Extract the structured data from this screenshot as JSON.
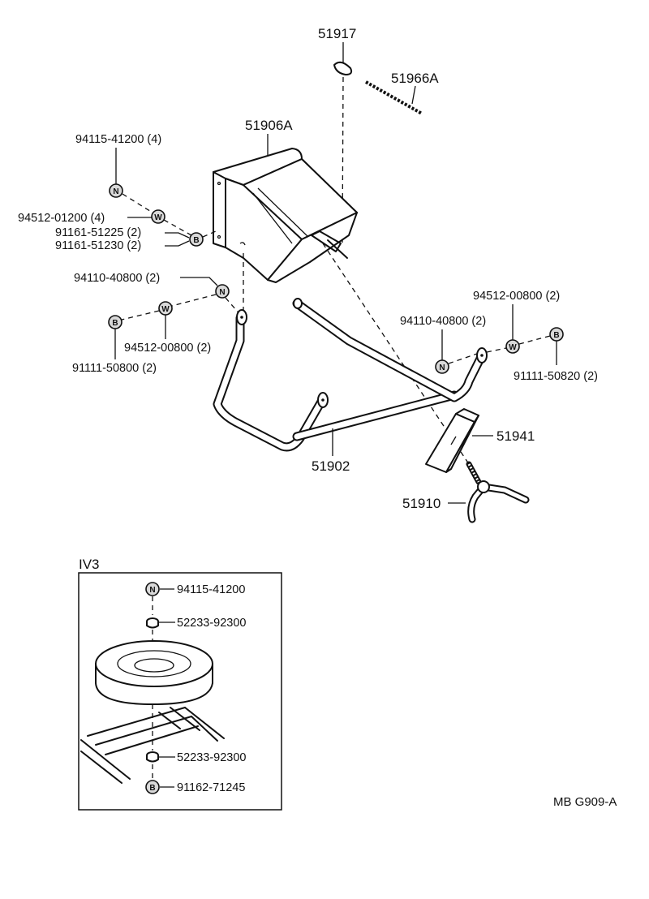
{
  "parts": {
    "p51917": "51917",
    "p51966a": "51966A",
    "p51906a": "51906A",
    "p51902": "51902",
    "p51941": "51941",
    "p51910": "51910"
  },
  "fasteners": {
    "f_94115_41200": "94115-41200 (4)",
    "f_94512_01200": "94512-01200 (4)",
    "f_91161_51225": "91161-51225 (2)",
    "f_91161_51230": "91161-51230 (2)",
    "f_94110_40800_left": "94110-40800 (2)",
    "f_94512_00800_left": "94512-00800 (2)",
    "f_91111_50800": "91111-50800 (2)",
    "f_94512_00800_right": "94512-00800 (2)",
    "f_94110_40800_right": "94110-40800 (2)",
    "f_91111_50820": "91111-50820 (2)"
  },
  "symbols": {
    "nut": "N",
    "washer": "W",
    "bolt": "B"
  },
  "inset": {
    "title": "IV3",
    "l1": "94115-41200",
    "l2": "52233-92300",
    "l3": "52233-92300",
    "l4": "91162-71245"
  },
  "diagram_code": "MB G909-A"
}
